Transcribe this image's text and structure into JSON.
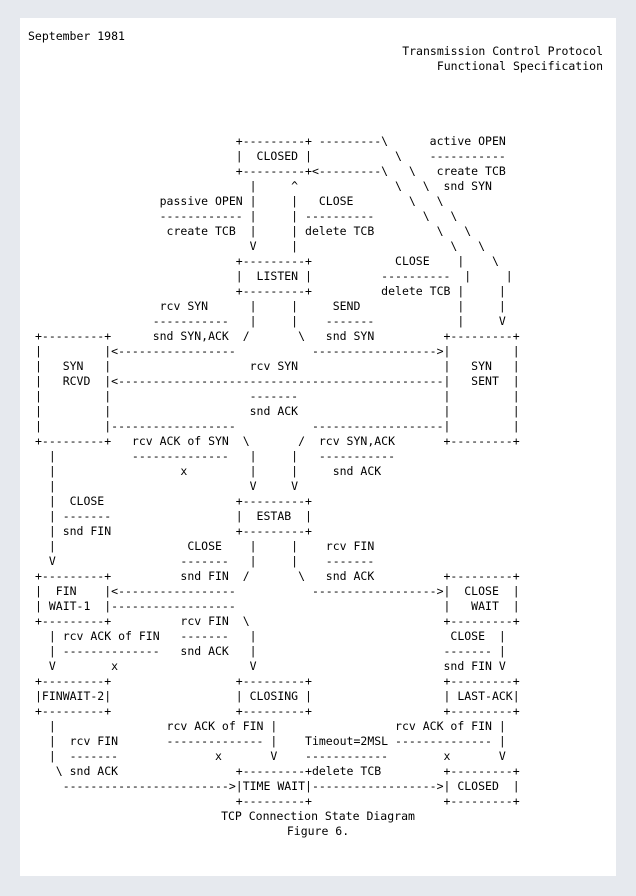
{
  "header": {
    "date": "September 1981",
    "title": "Transmission Control Protocol",
    "subtitle": "Functional Specification"
  },
  "diagram_lines": [
    "                             +---------+ ---------\\      active OPEN",
    "                             |  CLOSED |            \\    -----------",
    "                             +---------+<---------\\   \\   create TCB",
    "                               |     ^              \\   \\  snd SYN",
    "                  passive OPEN |     |   CLOSE        \\   \\",
    "                  ------------ |     | ----------       \\   \\",
    "                   create TCB  |     | delete TCB         \\   \\",
    "                               V     |                      \\   \\",
    "                             +---------+            CLOSE    |    \\",
    "                             |  LISTEN |          ----------  |     |",
    "                             +---------+          delete TCB |     |",
    "                  rcv SYN      |     |     SEND              |     |",
    "                 -----------   |     |    -------            |     V",
    "+---------+      snd SYN,ACK  /       \\   snd SYN          +---------+",
    "|         |<-----------------           ------------------>|         |",
    "|   SYN   |                    rcv SYN                     |   SYN   |",
    "|   RCVD  |<-----------------------------------------------|   SENT  |",
    "|         |                    -------                     |         |",
    "|         |                    snd ACK                     |         |",
    "|         |------------------           -------------------|         |",
    "+---------+   rcv ACK of SYN  \\       /  rcv SYN,ACK       +---------+",
    "  |           --------------   |     |   -----------",
    "  |                  x         |     |     snd ACK",
    "  |                            V     V",
    "  |  CLOSE                   +---------+",
    "  | -------                  |  ESTAB  |",
    "  | snd FIN                  +---------+",
    "  |                   CLOSE    |     |    rcv FIN",
    "  V                  -------   |     |    -------",
    "+---------+          snd FIN  /       \\   snd ACK          +---------+",
    "|  FIN    |<-----------------           ------------------>|  CLOSE  |",
    "| WAIT-1  |------------------                              |   WAIT  |",
    "+---------+          rcv FIN  \\                            +---------+",
    "  | rcv ACK of FIN   -------   |                            CLOSE  |",
    "  | --------------   snd ACK   |                           ------- |",
    "  V        x                   V                           snd FIN V",
    "+---------+                  +---------+                   +---------+",
    "|FINWAIT-2|                  | CLOSING |                   | LAST-ACK|",
    "+---------+                  +---------+                   +---------+",
    "  |                rcv ACK of FIN |                 rcv ACK of FIN |",
    "  |  rcv FIN       -------------- |    Timeout=2MSL -------------- |",
    "  |  -------              x       V    ------------        x       V",
    "   \\ snd ACK                 +---------+delete TCB         +---------+",
    "    ------------------------>|TIME WAIT|------------------>| CLOSED  |",
    "                             +---------+                   +---------+"
  ],
  "caption": {
    "line1": "TCP Connection State Diagram",
    "line2": "Figure 6."
  }
}
